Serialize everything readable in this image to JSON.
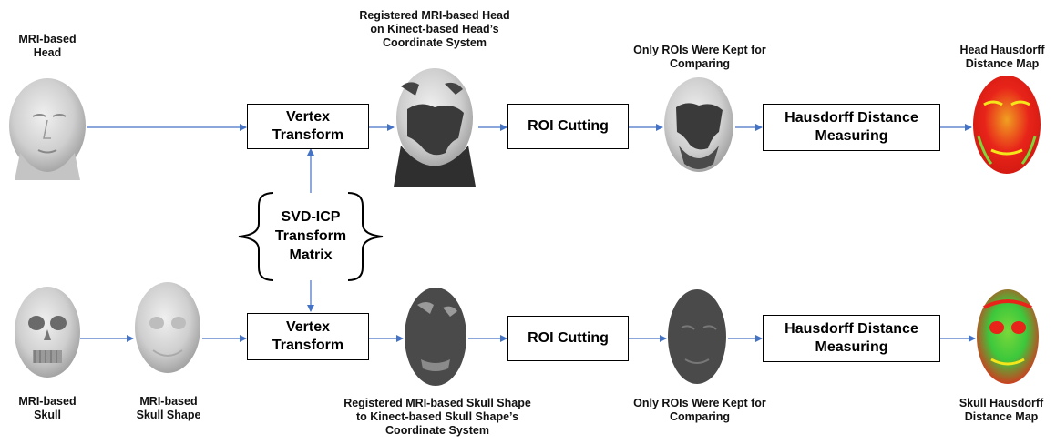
{
  "top": {
    "input_label": "MRI-based\nHead",
    "vertex_box": "Vertex\nTransform",
    "registered_label": "Registered MRI-based Head\non Kinect-based Head’s\nCoordinate System",
    "roi_box": "ROI Cutting",
    "rois_label": "Only ROIs Were Kept for\nComparing",
    "hausdorff_box": "Hausdorff Distance\nMeasuring",
    "map_label": "Head Hausdorff\nDistance Map"
  },
  "middle": {
    "matrix_label": "SVD-ICP\nTransform\nMatrix"
  },
  "bottom": {
    "skull_label": "MRI-based\nSkull",
    "skull_shape_label": "MRI-based\nSkull Shape",
    "vertex_box": "Vertex\nTransform",
    "registered_label": "Registered MRI-based Skull Shape\nto Kinect-based Skull Shape’s\nCoordinate System",
    "roi_box": "ROI Cutting",
    "rois_label": "Only ROIs Were Kept for\nComparing",
    "hausdorff_box": "Hausdorff Distance\nMeasuring",
    "map_label": "Skull Hausdorff\nDistance Map"
  },
  "colors": {
    "arrow": "#4472c4",
    "mesh_gray": "#c8c8c8",
    "mesh_dark": "#3a3a3a",
    "heat_red": "#e8241a",
    "heat_yellow": "#f5e61c",
    "heat_green": "#3cc83c"
  }
}
